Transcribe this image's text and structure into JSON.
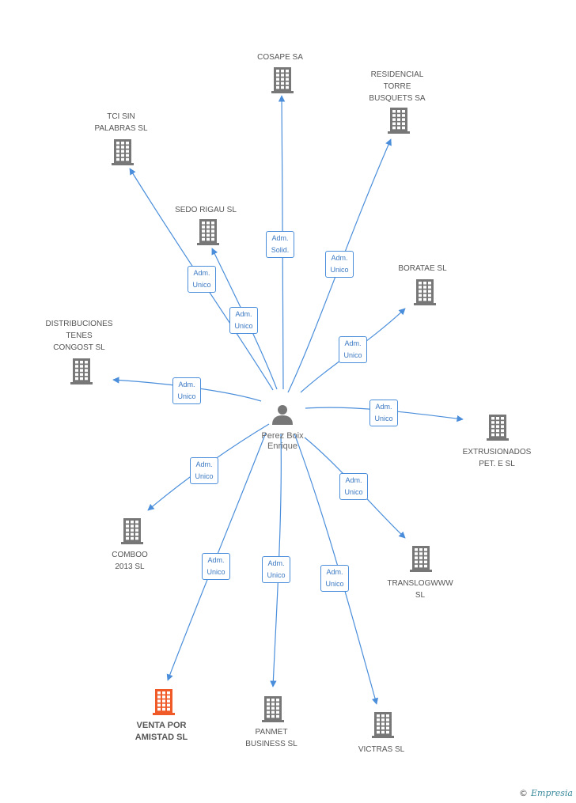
{
  "center": {
    "name": "Perez Boix\nEnrique",
    "icon": "person-icon"
  },
  "colors": {
    "edge": "#4a8edb",
    "building": "#777777",
    "highlight": "#f05a28"
  },
  "companies": [
    {
      "id": "cosape",
      "label": "COSAPE SA",
      "edge": "Adm.\nSolid.",
      "highlight": false
    },
    {
      "id": "residencial",
      "label": "RESIDENCIAL\nTORRE\nBUSQUETS SA",
      "edge": "Adm.\nUnico",
      "highlight": false
    },
    {
      "id": "tci",
      "label": "TCI SIN\nPALABRAS SL",
      "edge": "Adm.\nUnico",
      "highlight": false
    },
    {
      "id": "sedo",
      "label": "SEDO RIGAU SL",
      "edge": "Adm.\nUnico",
      "highlight": false
    },
    {
      "id": "boratae",
      "label": "BORATAE SL",
      "edge": "Adm.\nUnico",
      "highlight": false
    },
    {
      "id": "distribuciones",
      "label": "DISTRIBUCIONES\nTENES\nCONGOST SL",
      "edge": "Adm.\nUnico",
      "highlight": false
    },
    {
      "id": "extrusionados",
      "label": "EXTRUSIONADOS\nPET. E SL",
      "edge": "Adm.\nUnico",
      "highlight": false
    },
    {
      "id": "comboo",
      "label": "COMBOO\n2013  SL",
      "edge": "Adm.\nUnico",
      "highlight": false
    },
    {
      "id": "translog",
      "label": "TRANSLOGWWW\nSL",
      "edge": "Adm.\nUnico",
      "highlight": false
    },
    {
      "id": "venta",
      "label": "VENTA POR\nAMISTAD SL",
      "edge": "Adm.\nUnico",
      "highlight": true
    },
    {
      "id": "panmet",
      "label": "PANMET\nBUSINESS SL",
      "edge": "Adm.\nUnico",
      "highlight": false
    },
    {
      "id": "victras",
      "label": "VICTRAS  SL",
      "edge": "Adm.\nUnico",
      "highlight": false
    }
  ],
  "brand": {
    "copyright": "©",
    "name": "Empresia"
  }
}
